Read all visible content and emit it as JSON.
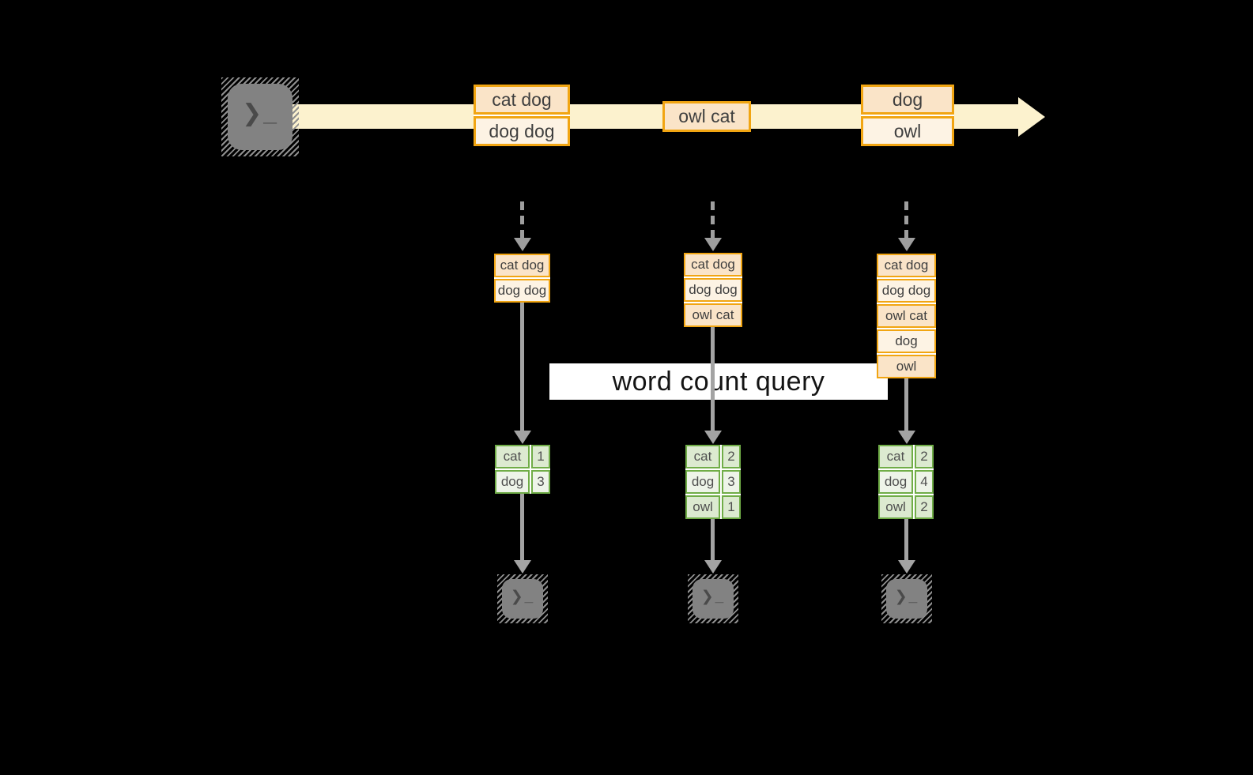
{
  "stream": {
    "events": [
      {
        "rows": [
          "cat dog",
          "dog dog"
        ]
      },
      {
        "rows": [
          "owl cat"
        ]
      },
      {
        "rows": [
          "dog",
          "owl"
        ]
      }
    ]
  },
  "query": {
    "label": "word count query"
  },
  "tasks": [
    {
      "buffer": [
        "cat dog",
        "dog dog"
      ],
      "counts": [
        {
          "word": "cat",
          "count": "1"
        },
        {
          "word": "dog",
          "count": "3"
        }
      ]
    },
    {
      "buffer": [
        "cat dog",
        "dog dog",
        "owl cat"
      ],
      "counts": [
        {
          "word": "cat",
          "count": "2"
        },
        {
          "word": "dog",
          "count": "3"
        },
        {
          "word": "owl",
          "count": "1"
        }
      ]
    },
    {
      "buffer": [
        "cat dog",
        "dog dog",
        "owl cat",
        "dog",
        "owl"
      ],
      "counts": [
        {
          "word": "cat",
          "count": "2"
        },
        {
          "word": "dog",
          "count": "4"
        },
        {
          "word": "owl",
          "count": "2"
        }
      ]
    }
  ],
  "icons": {
    "terminal_glyph": "❯_"
  },
  "colors": {
    "background": "#000000",
    "stream_band": "#fcf2ce",
    "record_border": "#f1a512",
    "record_fill_dark": "#fae4c8",
    "record_fill_light": "#fdf3e4",
    "count_border": "#70ad47",
    "count_fill_dark": "#dcead0",
    "count_fill_light": "#eef4e9",
    "arrow_gray": "#a3a3a3",
    "terminal_gray": "#828282",
    "banner_bg": "#ffffff"
  }
}
